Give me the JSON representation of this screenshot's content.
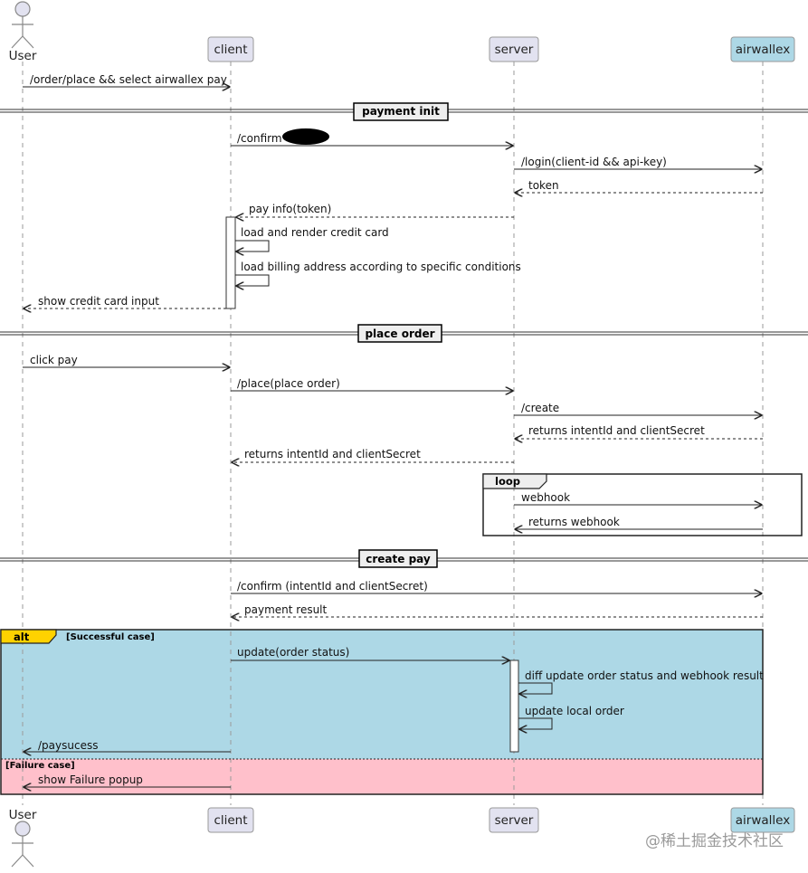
{
  "participants": {
    "user": "User",
    "client": "client",
    "server": "server",
    "airwallex": "airwallex"
  },
  "colors": {
    "participant_fill": "#e2e2f0",
    "airwallex_fill": "#add8e6",
    "alt_success_fill": "#add8e6",
    "alt_failure_fill": "#ffc0cb",
    "alt_tab_fill": "#ffd200"
  },
  "dividers": {
    "payment_init": "payment init",
    "place_order": "place order",
    "create_pay": "create pay"
  },
  "messages": {
    "m1": "/order/place && select airwallex pay",
    "m2": "/confirm",
    "m3": "/login(client-id && api-key)",
    "m4": "token",
    "m5": "pay info(token)",
    "m6": "load and render credit card",
    "m7": "load billing address according to specific conditions",
    "m8": "show credit card input",
    "m9": "click pay",
    "m10": "/place(place order)",
    "m11": "/create",
    "m12": "returns intentId and clientSecret",
    "m13": "returns intentId and clientSecret",
    "m14": "webhook",
    "m15": "returns webhook",
    "m16": "/confirm (intentId and clientSecret)",
    "m17": "payment result",
    "m18": "update(order status)",
    "m19": "diff update order status and webhook result",
    "m20": "update local order",
    "m21": "/paysucess",
    "m22": "show Failure popup"
  },
  "fragments": {
    "loop_label": "loop",
    "alt_label": "alt",
    "success_condition": "[Successful case]",
    "failure_condition": "[Failure case]"
  },
  "watermark": "@稀土掘金技术社区"
}
